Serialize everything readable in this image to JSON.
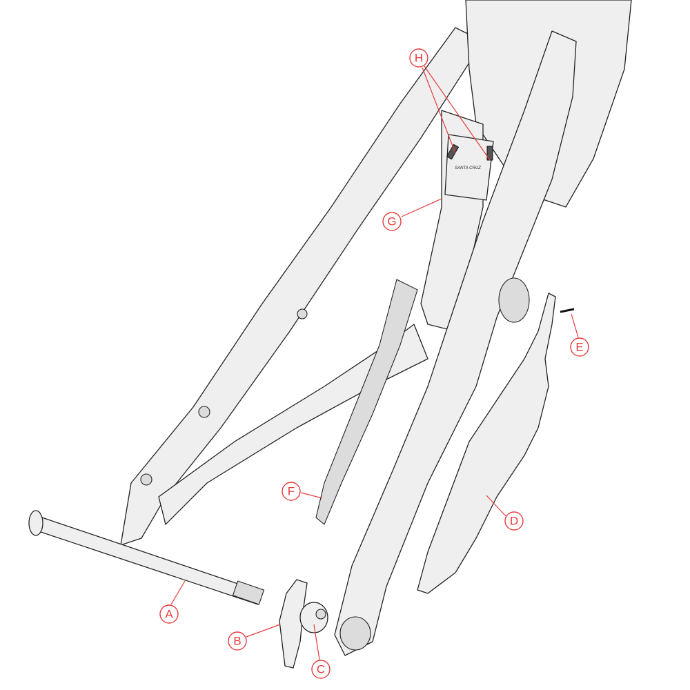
{
  "diagram": {
    "logo_text": "SANTA CRUZ",
    "callout_color": "#e8393a",
    "callouts": [
      {
        "id": "A"
      },
      {
        "id": "B"
      },
      {
        "id": "C"
      },
      {
        "id": "D"
      },
      {
        "id": "E"
      },
      {
        "id": "F"
      },
      {
        "id": "G"
      },
      {
        "id": "H"
      }
    ]
  }
}
